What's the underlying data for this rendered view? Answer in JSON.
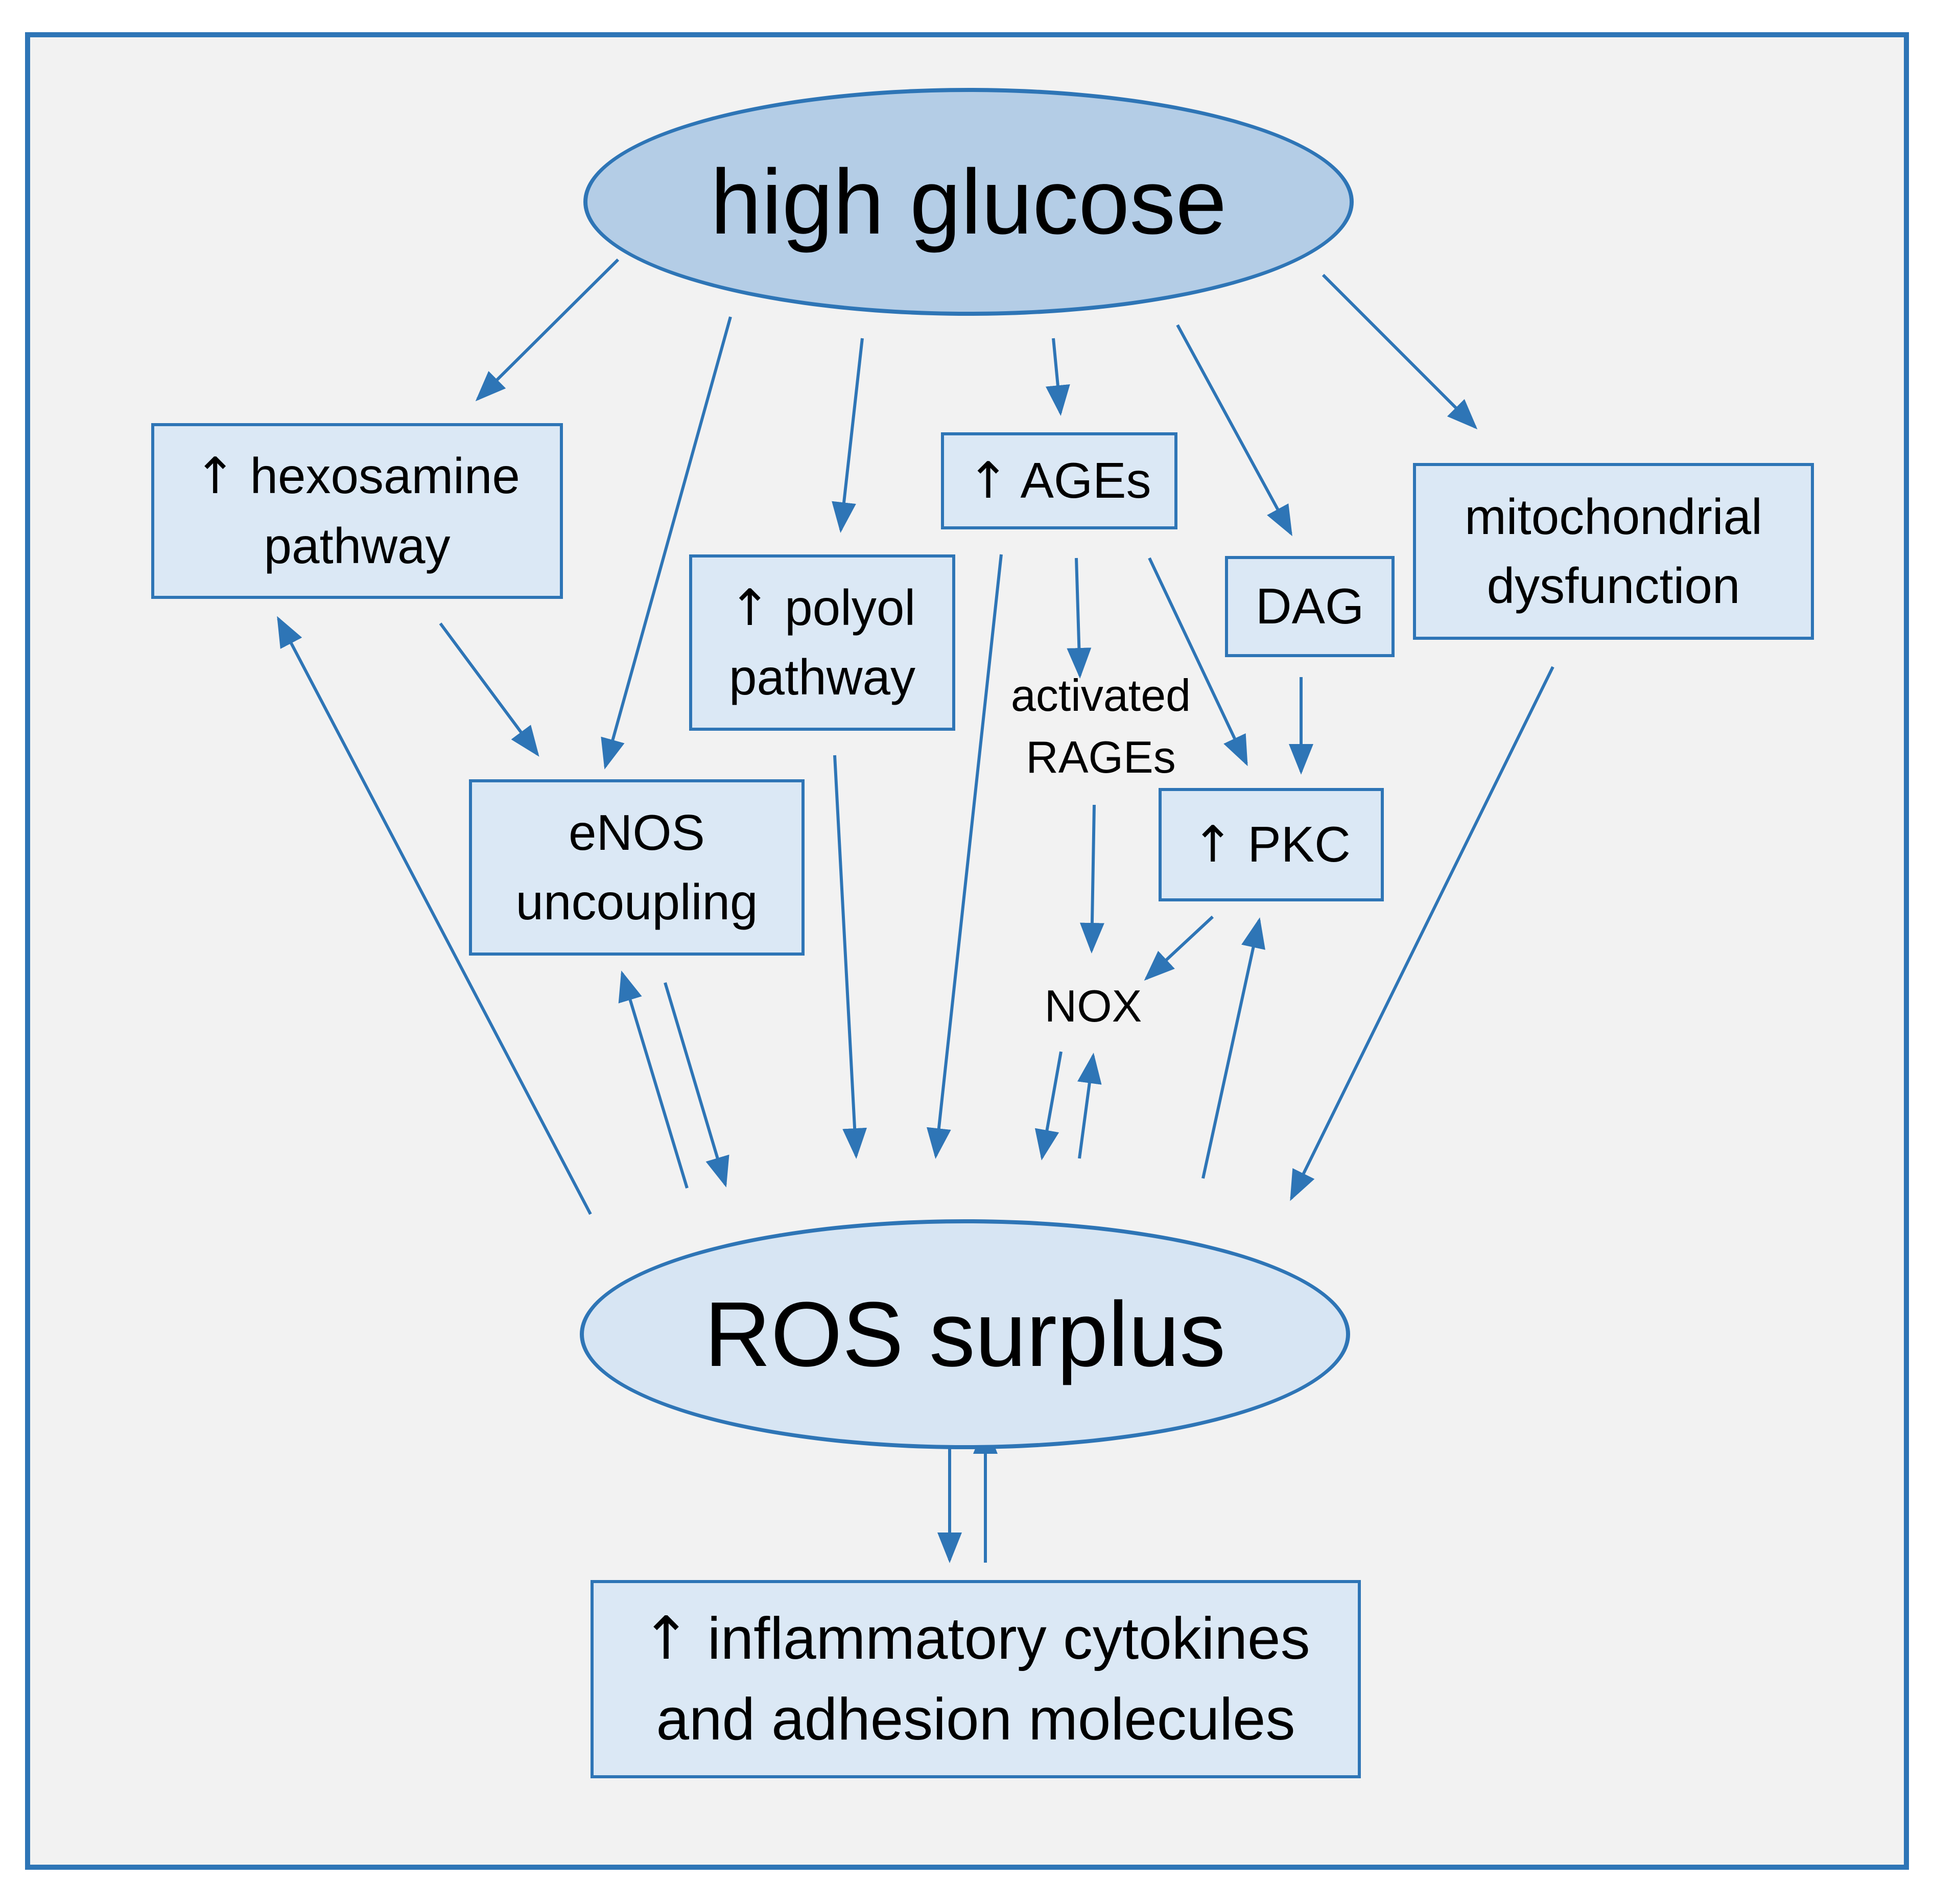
{
  "nodes": {
    "high_glucose": "high glucose",
    "ros_surplus": "ROS surplus",
    "hexosamine": [
      "↑",
      "hexosamine",
      "pathway"
    ],
    "polyol": [
      "↑",
      "polyol",
      "pathway"
    ],
    "ages": [
      "↑",
      "AGEs"
    ],
    "dag": "DAG",
    "mitochondrial": [
      "mitochondrial",
      "dysfunction"
    ],
    "enos": [
      "eNOS",
      "uncoupling"
    ],
    "rages": [
      "activated",
      "RAGEs"
    ],
    "pkc": [
      "↑",
      "PKC"
    ],
    "nox": "NOX",
    "cytokines": [
      "↑",
      "inflammatory cytokines",
      "and adhesion molecules"
    ]
  },
  "colors": {
    "arrow": "#2e75b6",
    "frame_border": "#2e75b6",
    "frame_fill": "#f2f2f2",
    "ellipse_top_fill": "#b4cde6",
    "ellipse_bottom_fill": "#d7e5f3",
    "box_fill": "#dbe8f5"
  },
  "edges": [
    {
      "from": "high glucose",
      "to": "hexosamine pathway"
    },
    {
      "from": "high glucose",
      "to": "eNOS uncoupling"
    },
    {
      "from": "high glucose",
      "to": "polyol pathway"
    },
    {
      "from": "high glucose",
      "to": "AGEs"
    },
    {
      "from": "high glucose",
      "to": "DAG"
    },
    {
      "from": "high glucose",
      "to": "mitochondrial dysfunction"
    },
    {
      "from": "hexosamine pathway",
      "to": "eNOS uncoupling"
    },
    {
      "from": "ROS surplus",
      "to": "hexosamine pathway"
    },
    {
      "from": "ROS surplus",
      "to": "eNOS uncoupling"
    },
    {
      "from": "eNOS uncoupling",
      "to": "ROS surplus"
    },
    {
      "from": "polyol pathway",
      "to": "ROS surplus"
    },
    {
      "from": "AGEs",
      "to": "ROS surplus"
    },
    {
      "from": "AGEs",
      "to": "activated RAGEs"
    },
    {
      "from": "AGEs",
      "to": "PKC"
    },
    {
      "from": "activated RAGEs",
      "to": "NOX"
    },
    {
      "from": "DAG",
      "to": "PKC"
    },
    {
      "from": "PKC",
      "to": "NOX"
    },
    {
      "from": "NOX",
      "to": "ROS surplus"
    },
    {
      "from": "ROS surplus",
      "to": "NOX"
    },
    {
      "from": "ROS surplus",
      "to": "PKC"
    },
    {
      "from": "mitochondrial dysfunction",
      "to": "ROS surplus"
    },
    {
      "from": "ROS surplus",
      "to": "inflammatory cytokines and adhesion molecules"
    },
    {
      "from": "inflammatory cytokines and adhesion molecules",
      "to": "ROS surplus"
    }
  ]
}
